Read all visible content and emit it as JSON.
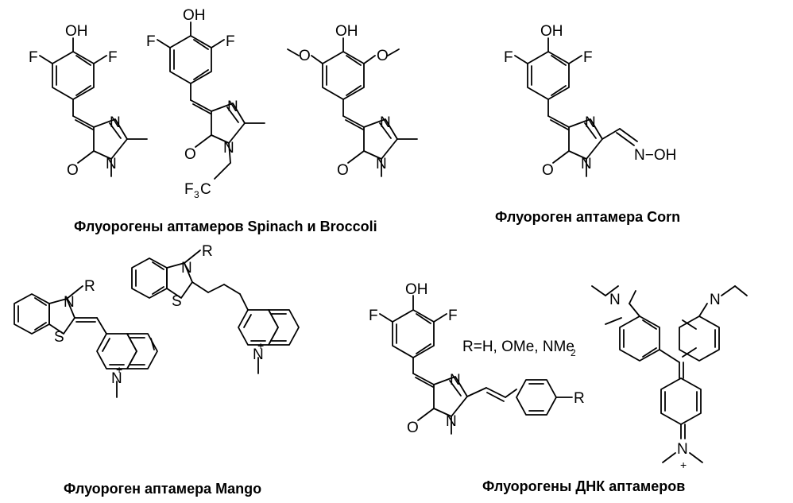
{
  "captions": {
    "spinach_broccoli": "Флуорогены аптамеров Spinach и Broccoli",
    "corn": "Флуороген аптамера Corn",
    "mango": "Флуороген аптамера Mango",
    "dna": "Флуорогены ДНК аптамеров"
  },
  "substituent_note": {
    "text": "R=H, OMe, NMe",
    "subscript": "2"
  },
  "atoms": {
    "oh": "OH",
    "f": "F",
    "o": "O",
    "n": "N",
    "s": "S",
    "r": "R",
    "oh_oxime": "N−OH",
    "f3c": "F",
    "f3c_sub": "3",
    "f3c_c": "C",
    "plus": "+"
  }
}
